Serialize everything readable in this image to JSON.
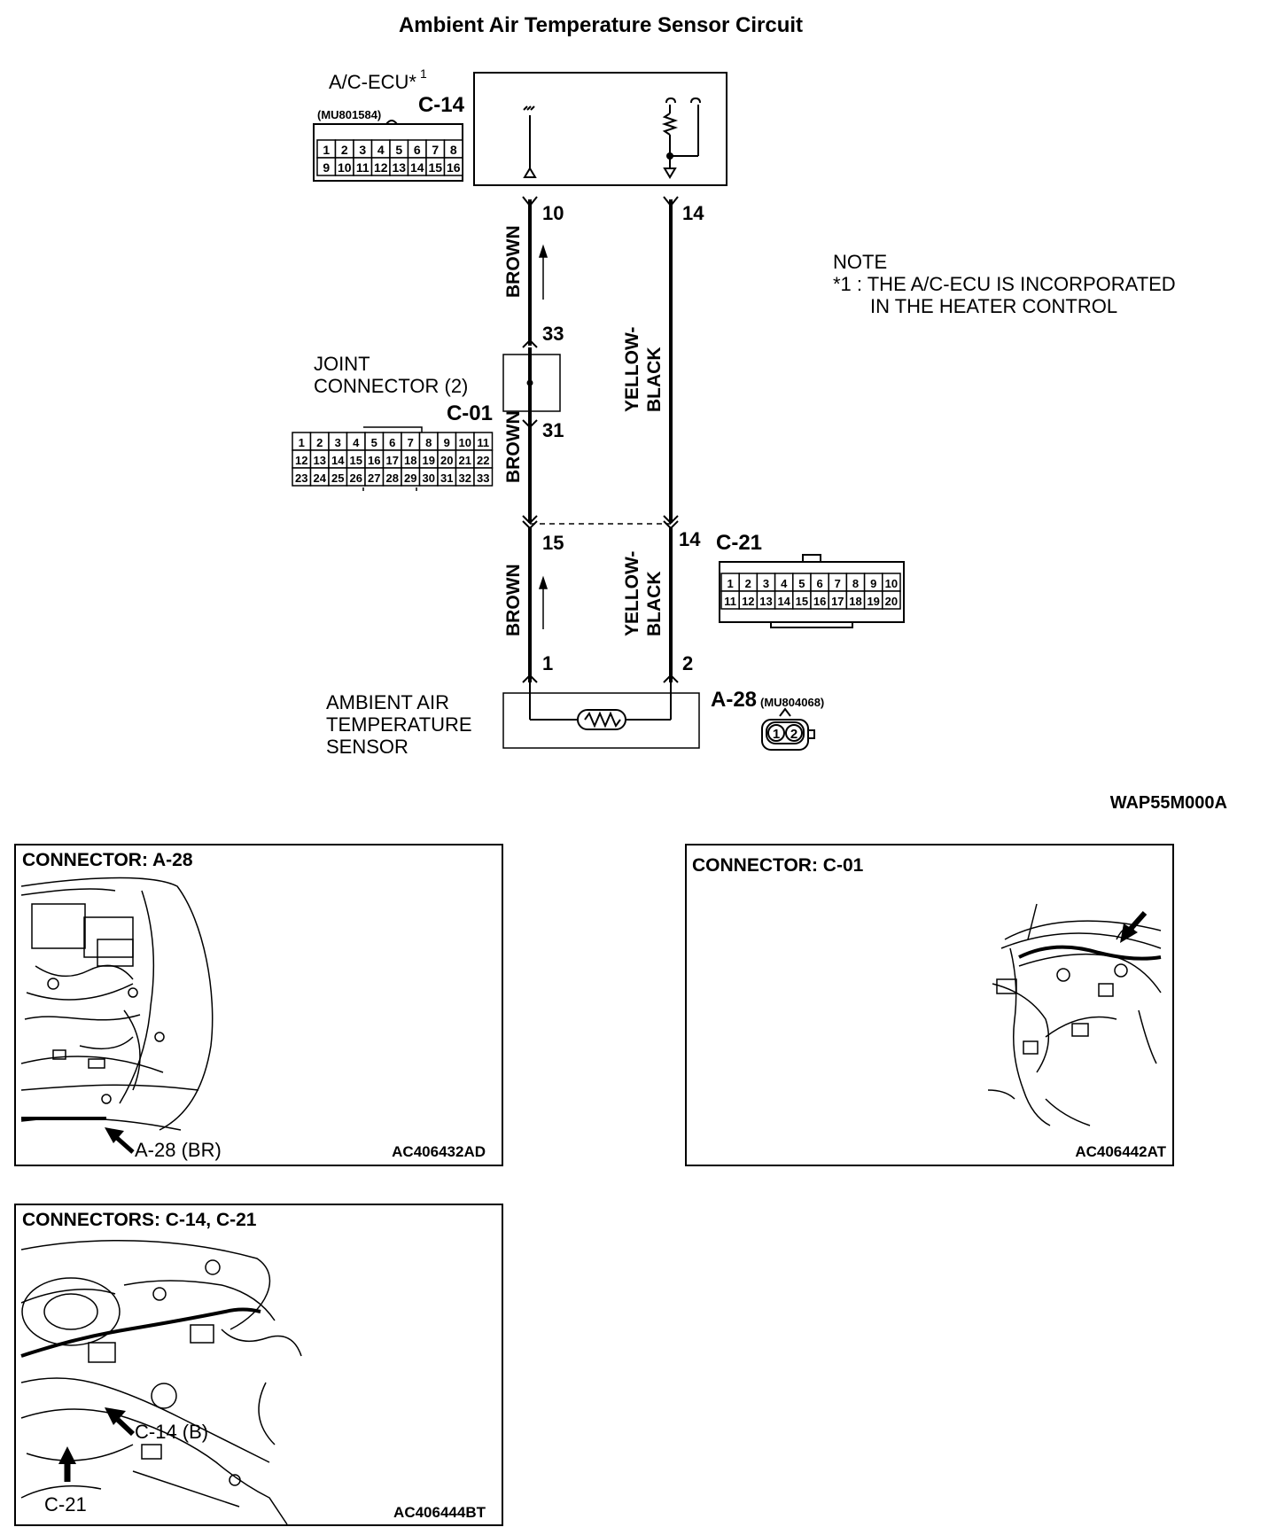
{
  "title": "Ambient Air Temperature Sensor Circuit",
  "acecu": {
    "name": "A/C-ECU*",
    "superscript": "1",
    "connector": "C-14",
    "part": "(MU801584)",
    "pins_top": [
      "1",
      "2",
      "3",
      "4",
      "5",
      "6",
      "7",
      "8"
    ],
    "pins_bottom": [
      "9",
      "10",
      "11",
      "12",
      "13",
      "14",
      "15",
      "16"
    ]
  },
  "wires": {
    "brown": "BROWN",
    "yellow_black_line1": "YELLOW-",
    "yellow_black_line2": "BLACK"
  },
  "pins": {
    "p10": "10",
    "p14_top": "14",
    "p33": "33",
    "p31": "31",
    "p15": "15",
    "p14_mid": "14",
    "p1": "1",
    "p2": "2"
  },
  "joint": {
    "line1": "JOINT",
    "line2": "CONNECTOR (2)",
    "connector": "C-01",
    "pins_row1": [
      "1",
      "2",
      "3",
      "4",
      "5",
      "6",
      "7",
      "8",
      "9",
      "10",
      "11"
    ],
    "pins_row2": [
      "12",
      "13",
      "14",
      "15",
      "16",
      "17",
      "18",
      "19",
      "20",
      "21",
      "22"
    ],
    "pins_row3": [
      "23",
      "24",
      "25",
      "26",
      "27",
      "28",
      "29",
      "30",
      "31",
      "32",
      "33"
    ]
  },
  "c21": {
    "connector": "C-21",
    "pins_top": [
      "1",
      "2",
      "3",
      "4",
      "5",
      "6",
      "7",
      "8",
      "9",
      "10"
    ],
    "pins_bottom": [
      "11",
      "12",
      "13",
      "14",
      "15",
      "16",
      "17",
      "18",
      "19",
      "20"
    ]
  },
  "sensor": {
    "line1": "AMBIENT AIR",
    "line2": "TEMPERATURE",
    "line3": "SENSOR",
    "connector": "A-28",
    "part": "(MU804068)",
    "pins": [
      "1",
      "2"
    ]
  },
  "note": {
    "heading": "NOTE",
    "line1": "*1 : THE A/C-ECU IS INCORPORATED",
    "line2": "IN THE HEATER CONTROL"
  },
  "diagram_code": "WAP55M000A",
  "panels": {
    "a28": {
      "title": "CONNECTOR: A-28",
      "callout": "A-28 (BR)",
      "code": "AC406432AD"
    },
    "c01": {
      "title": "CONNECTOR: C-01",
      "code": "AC406442AT"
    },
    "c14c21": {
      "title": "CONNECTORS: C-14, C-21",
      "callout1": "C-14 (B)",
      "callout2": "C-21",
      "code": "AC406444BT"
    }
  }
}
